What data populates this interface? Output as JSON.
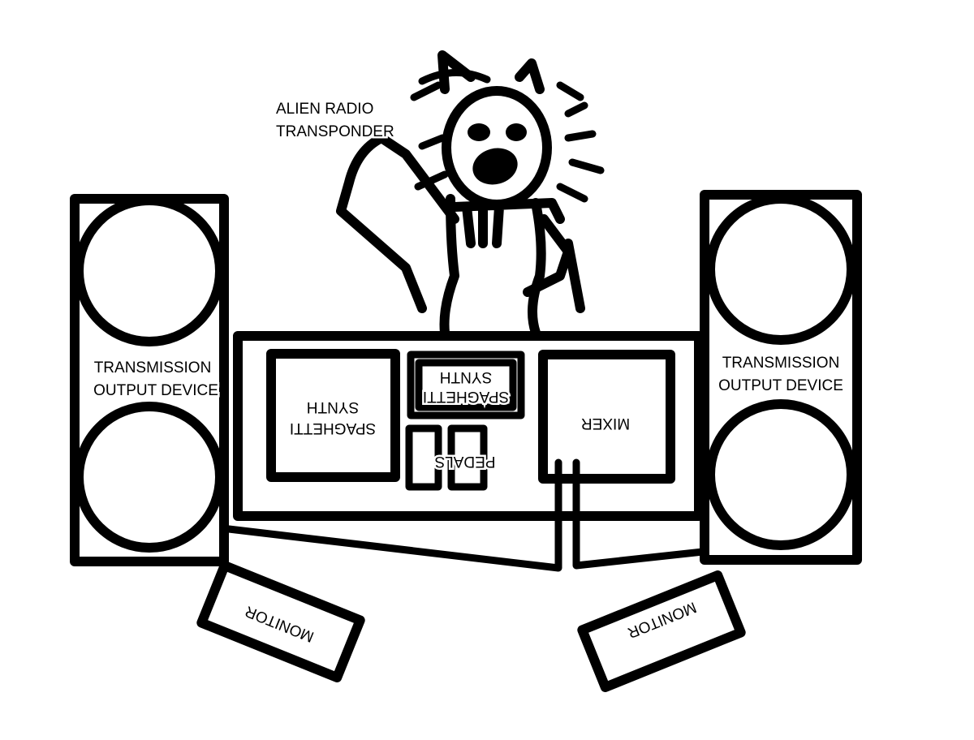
{
  "labels": {
    "transponder_line1": "ALIEN RADIO",
    "transponder_line2": "TRANSPONDER",
    "left_speaker_line1": "TRANSMISSION",
    "left_speaker_line2": "OUTPUT DEVICE",
    "right_speaker_line1": "TRANSMISSION",
    "right_speaker_line2": "OUTPUT DEVICE",
    "synth_left_line1": "SPAGHETTI",
    "synth_left_line2": "SYNTH",
    "synth_top_line1": "SPAGHETTI",
    "synth_top_line2": "SYNTH",
    "pedals": "PEDALS",
    "mixer": "MIXER",
    "monitor_left": "MONITOR",
    "monitor_right": "MONITOR"
  }
}
